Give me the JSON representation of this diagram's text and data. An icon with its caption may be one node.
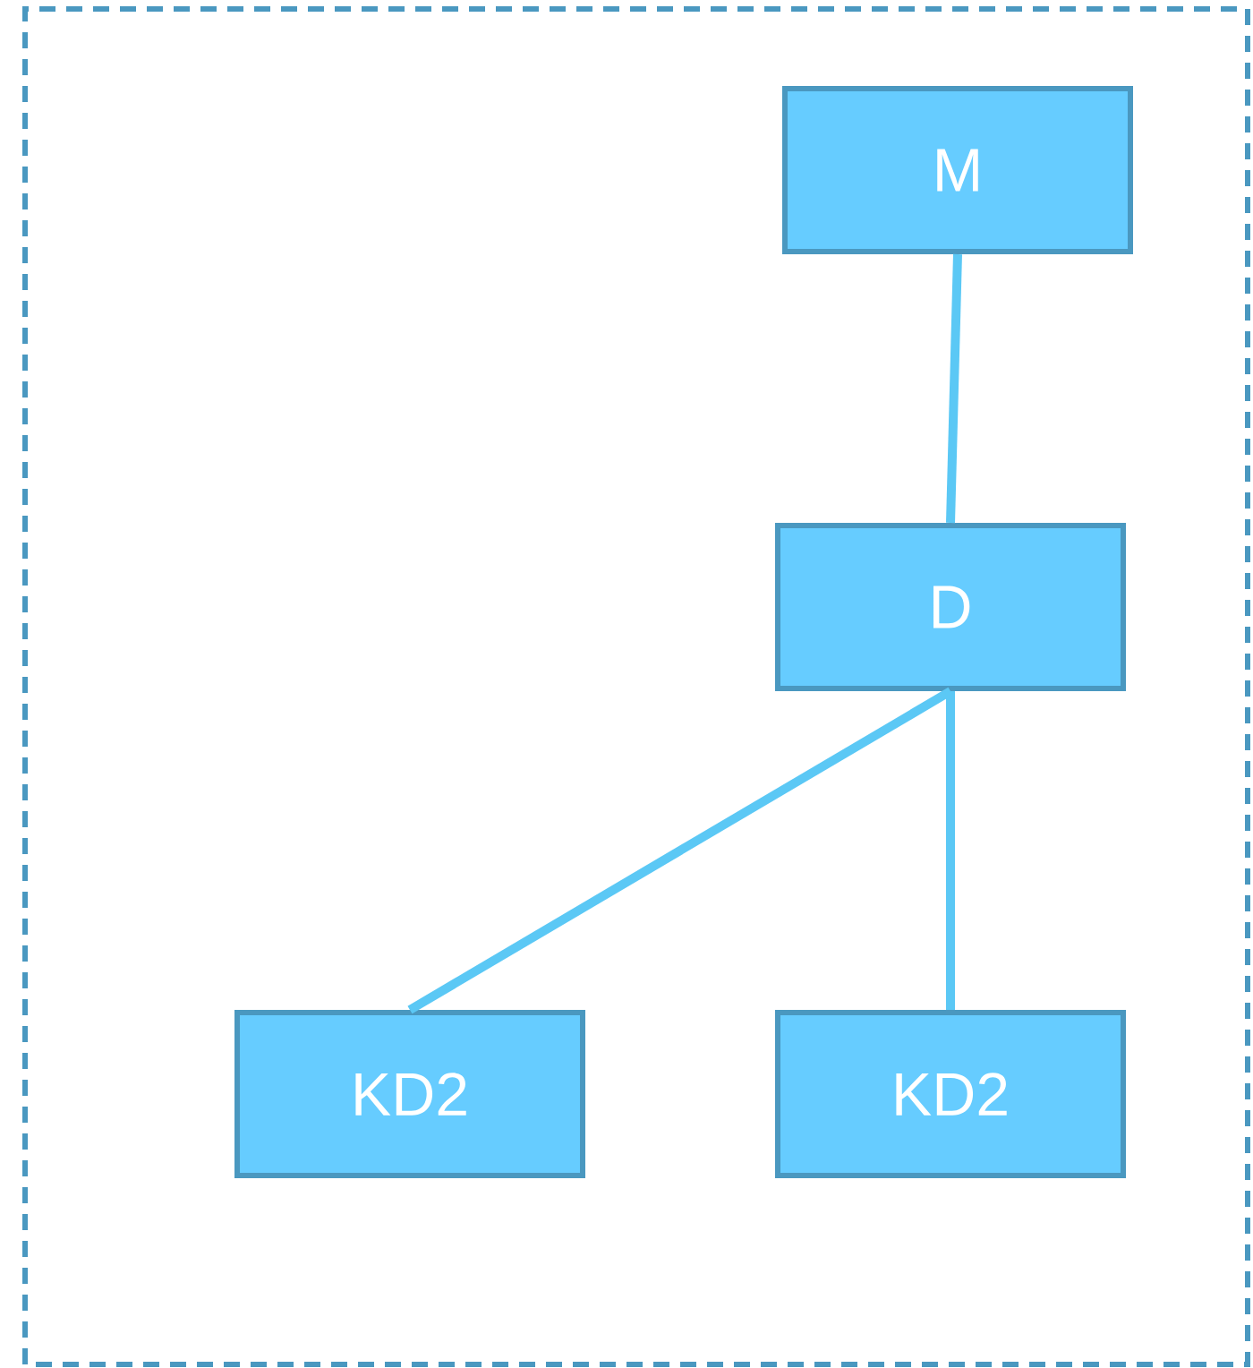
{
  "diagram": {
    "nodes": [
      {
        "text": [
          "M"
        ]
      },
      {
        "text": [
          "D"
        ]
      },
      {
        "text": [
          "KD2"
        ]
      },
      {
        "text": [
          "KD2"
        ]
      }
    ],
    "edges": [
      {
        "from": 0,
        "to": 1,
        "arrow": "none"
      },
      {
        "from": 1,
        "to": 2,
        "arrow": "none"
      },
      {
        "from": 1,
        "to": 3,
        "arrow": "none"
      }
    ]
  }
}
